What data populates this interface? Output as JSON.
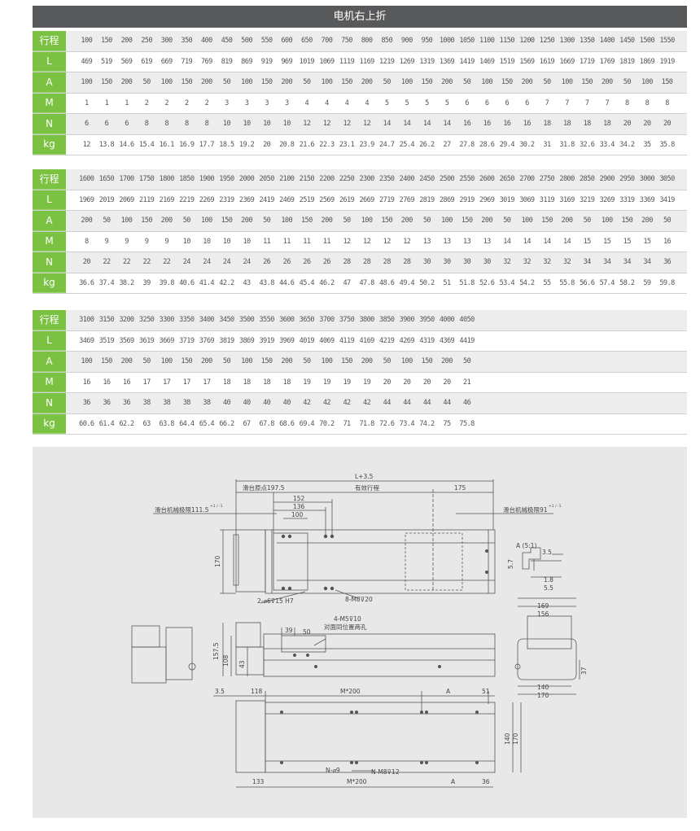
{
  "title": "电机右上折",
  "row_labels": [
    "行程",
    "L",
    "A",
    "M",
    "N",
    "kg"
  ],
  "tables": [
    {
      "rows": [
        [
          "100",
          "150",
          "200",
          "250",
          "300",
          "350",
          "400",
          "450",
          "500",
          "550",
          "600",
          "650",
          "700",
          "750",
          "800",
          "850",
          "900",
          "950",
          "1000",
          "1050",
          "1100",
          "1150",
          "1200",
          "1250",
          "1300",
          "1350",
          "1400",
          "1450",
          "1500",
          "1550"
        ],
        [
          "469",
          "519",
          "569",
          "619",
          "669",
          "719",
          "769",
          "819",
          "869",
          "919",
          "969",
          "1019",
          "1069",
          "1119",
          "1169",
          "1219",
          "1269",
          "1319",
          "1369",
          "1419",
          "1469",
          "1519",
          "1569",
          "1619",
          "1669",
          "1719",
          "1769",
          "1819",
          "1869",
          "1919"
        ],
        [
          "100",
          "150",
          "200",
          "50",
          "100",
          "150",
          "200",
          "50",
          "100",
          "150",
          "200",
          "50",
          "100",
          "150",
          "200",
          "50",
          "100",
          "150",
          "200",
          "50",
          "100",
          "150",
          "200",
          "50",
          "100",
          "150",
          "200",
          "50",
          "100",
          "150"
        ],
        [
          "1",
          "1",
          "1",
          "2",
          "2",
          "2",
          "2",
          "3",
          "3",
          "3",
          "3",
          "4",
          "4",
          "4",
          "4",
          "5",
          "5",
          "5",
          "5",
          "6",
          "6",
          "6",
          "6",
          "7",
          "7",
          "7",
          "7",
          "8",
          "8",
          "8"
        ],
        [
          "6",
          "6",
          "6",
          "8",
          "8",
          "8",
          "8",
          "10",
          "10",
          "10",
          "10",
          "12",
          "12",
          "12",
          "12",
          "14",
          "14",
          "14",
          "14",
          "16",
          "16",
          "16",
          "16",
          "18",
          "18",
          "18",
          "18",
          "20",
          "20",
          "20"
        ],
        [
          "12",
          "13.8",
          "14.6",
          "15.4",
          "16.1",
          "16.9",
          "17.7",
          "18.5",
          "19.2",
          "20",
          "20.8",
          "21.6",
          "22.3",
          "23.1",
          "23.9",
          "24.7",
          "25.4",
          "26.2",
          "27",
          "27.8",
          "28.6",
          "29.4",
          "30.2",
          "31",
          "31.8",
          "32.6",
          "33.4",
          "34.2",
          "35",
          "35.8"
        ]
      ]
    },
    {
      "rows": [
        [
          "1600",
          "1650",
          "1700",
          "1750",
          "1800",
          "1850",
          "1900",
          "1950",
          "2000",
          "2050",
          "2100",
          "2150",
          "2200",
          "2250",
          "2300",
          "2350",
          "2400",
          "2450",
          "2500",
          "2550",
          "2600",
          "2650",
          "2700",
          "2750",
          "2800",
          "2850",
          "2900",
          "2950",
          "3000",
          "3050"
        ],
        [
          "1969",
          "2019",
          "2069",
          "2119",
          "2169",
          "2219",
          "2269",
          "2319",
          "2369",
          "2419",
          "2469",
          "2519",
          "2569",
          "2619",
          "2669",
          "2719",
          "2769",
          "2819",
          "2869",
          "2919",
          "2969",
          "3019",
          "3069",
          "3119",
          "3169",
          "3219",
          "3269",
          "3319",
          "3369",
          "3419"
        ],
        [
          "200",
          "50",
          "100",
          "150",
          "200",
          "50",
          "100",
          "150",
          "200",
          "50",
          "100",
          "150",
          "200",
          "50",
          "100",
          "150",
          "200",
          "50",
          "100",
          "150",
          "200",
          "50",
          "100",
          "150",
          "200",
          "50",
          "100",
          "150",
          "200",
          "50"
        ],
        [
          "8",
          "9",
          "9",
          "9",
          "9",
          "10",
          "10",
          "10",
          "10",
          "11",
          "11",
          "11",
          "11",
          "12",
          "12",
          "12",
          "12",
          "13",
          "13",
          "13",
          "13",
          "14",
          "14",
          "14",
          "14",
          "15",
          "15",
          "15",
          "15",
          "16"
        ],
        [
          "20",
          "22",
          "22",
          "22",
          "22",
          "24",
          "24",
          "24",
          "24",
          "26",
          "26",
          "26",
          "26",
          "28",
          "28",
          "28",
          "28",
          "30",
          "30",
          "30",
          "30",
          "32",
          "32",
          "32",
          "32",
          "34",
          "34",
          "34",
          "34",
          "36"
        ],
        [
          "36.6",
          "37.4",
          "38.2",
          "39",
          "39.8",
          "40.6",
          "41.4",
          "42.2",
          "43",
          "43.8",
          "44.6",
          "45.4",
          "46.2",
          "47",
          "47.8",
          "48.6",
          "49.4",
          "50.2",
          "51",
          "51.8",
          "52.6",
          "53.4",
          "54.2",
          "55",
          "55.8",
          "56.6",
          "57.4",
          "58.2",
          "59",
          "59.8"
        ]
      ]
    },
    {
      "rows": [
        [
          "3100",
          "3150",
          "3200",
          "3250",
          "3300",
          "3350",
          "3400",
          "3450",
          "3500",
          "3550",
          "3600",
          "3650",
          "3700",
          "3750",
          "3800",
          "3850",
          "3900",
          "3950",
          "4000",
          "4050"
        ],
        [
          "3469",
          "3519",
          "3569",
          "3619",
          "3669",
          "3719",
          "3769",
          "3819",
          "3869",
          "3919",
          "3969",
          "4019",
          "4069",
          "4119",
          "4169",
          "4219",
          "4269",
          "4319",
          "4369",
          "4419"
        ],
        [
          "100",
          "150",
          "200",
          "50",
          "100",
          "150",
          "200",
          "50",
          "100",
          "150",
          "200",
          "50",
          "100",
          "150",
          "200",
          "50",
          "100",
          "150",
          "200",
          "50"
        ],
        [
          "16",
          "16",
          "16",
          "17",
          "17",
          "17",
          "17",
          "18",
          "18",
          "18",
          "18",
          "19",
          "19",
          "19",
          "19",
          "20",
          "20",
          "20",
          "20",
          "21"
        ],
        [
          "36",
          "36",
          "36",
          "38",
          "38",
          "38",
          "38",
          "40",
          "40",
          "40",
          "40",
          "42",
          "42",
          "42",
          "42",
          "44",
          "44",
          "44",
          "44",
          "46"
        ],
        [
          "60.6",
          "61.4",
          "62.2",
          "63",
          "63.8",
          "64.4",
          "65.4",
          "66.2",
          "67",
          "67.8",
          "68.6",
          "69.4",
          "70.2",
          "71",
          "71.8",
          "72.6",
          "73.4",
          "74.2",
          "75",
          "75.8"
        ]
      ]
    }
  ],
  "drawing": {
    "labels": {
      "l_plus": "L+3.5",
      "origin": "滑台原点197.5",
      "stroke": "有效行程",
      "d175": "175",
      "d152": "152",
      "d136": "136",
      "d100": "100",
      "left_limit": "滑台机械极限111.5",
      "left_limit_tol": "+1 / -1",
      "right_limit": "滑台机械极限91",
      "right_limit_tol": "+1 / -1",
      "h170": "170",
      "pin": "2-⌀6⊽15 H7",
      "m8": "8-M8⊽20",
      "detail": "A (5:1)",
      "d35": "3.5",
      "d57": "5.7",
      "d18": "1.8",
      "d55": "5.5",
      "d169": "169",
      "d156": "156",
      "m5": "4-M5⊽10",
      "m5_note": "对面同位置两孔",
      "d39": "39",
      "d50": "50",
      "h1575": "157.5",
      "h108": "108",
      "h43": "43",
      "d37": "37",
      "d140": "140",
      "d170b": "170",
      "b35": "3.5",
      "b118": "118",
      "bm200": "M*200",
      "bA": "A",
      "b51": "51",
      "bh140": "140",
      "bh170": "170",
      "n9": "N-⌀9",
      "nm8": "N-M8⊽12",
      "b133": "133",
      "bm200b": "M*200",
      "bA2": "A",
      "b36": "36"
    }
  }
}
